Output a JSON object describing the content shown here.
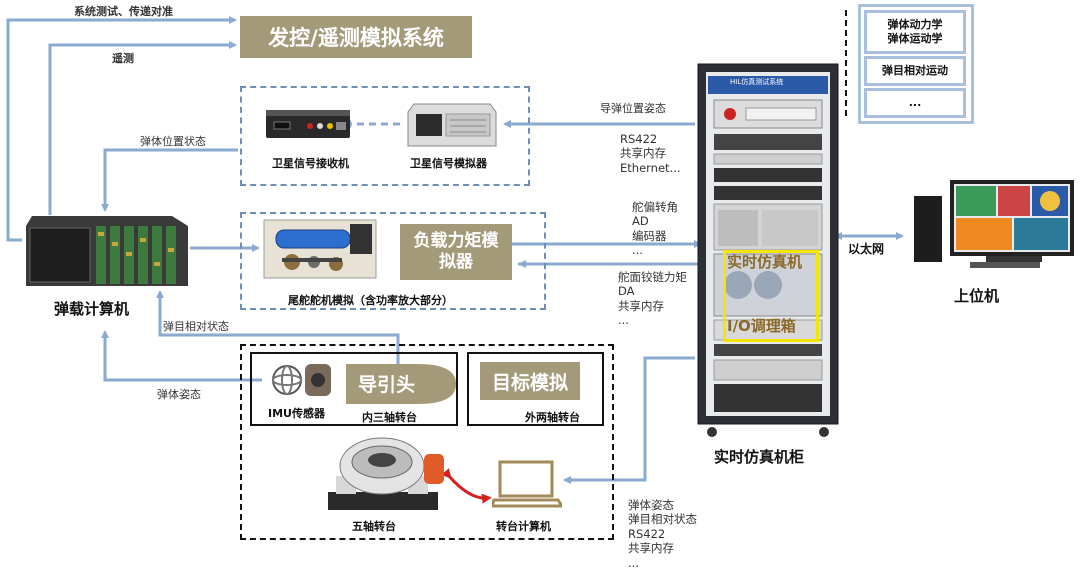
{
  "title": "发控/遥测模拟系统",
  "top_labels": {
    "system_test": "系统测试、传递对准",
    "telemetry": "遥测",
    "body_position": "弹体位置状态",
    "target_relative_state": "弹目相对状态",
    "body_attitude": "弹体姿态",
    "missile_position_attitude": "导弹位置姿态"
  },
  "satellite": {
    "receiver_label": "卫星信号接收机",
    "simulator_label": "卫星信号模拟器",
    "link_text": "RS422\n共享内存\nEthernet..."
  },
  "actuator": {
    "load_sim_label": "负载力矩模\n拟器",
    "caption": "尾舵舵机模拟（含功率放大部分）",
    "out_text": "舵偏转角\nAD\n编码器\n...",
    "in_text": "舵面铰链力矩\nDA\n共享内存\n..."
  },
  "onboard_computer": {
    "label": "弹载计算机"
  },
  "turntable": {
    "seeker_label": "导引头",
    "imu_label": "IMU传感器",
    "inner_axis_label": "内三轴转台",
    "target_sim_label": "目标模拟",
    "outer_axis_label": "外两轴转台",
    "five_axis_label": "五轴转台",
    "pc_label": "转台计算机",
    "link_text": "弹体姿态\n弹目相对状态\nRS422\n共享内存\n..."
  },
  "cabinet": {
    "label": "实时仿真机柜",
    "realtime_sim": "实时仿真机",
    "io_box": "I/O调理箱",
    "header_text": "HIL仿真测试系统"
  },
  "host": {
    "label": "上位机",
    "ethernet": "以太网"
  },
  "models_panel": {
    "items": [
      "弹体动力学\n弹体运动学",
      "弹目相对运动",
      "..."
    ]
  },
  "colors": {
    "arrow_blue": "#8aaad0",
    "olive": "#a39a7a",
    "highlight_yellow": "#f5e600",
    "link_red": "#d62020"
  }
}
